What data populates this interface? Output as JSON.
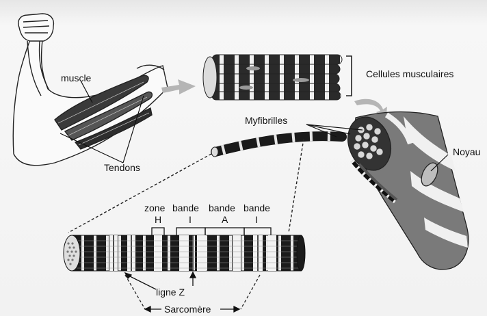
{
  "labels": {
    "muscle": "muscle",
    "tendons": "Tendons",
    "cells": "Cellules musculaires",
    "myofibrils": "Myfibrilles",
    "nucleus": "Noyau",
    "zone": "zone",
    "bande1": "bande",
    "bande2": "bande",
    "bande3": "bande",
    "h": "H",
    "i1": "I",
    "a": "A",
    "i2": "I",
    "ligne_z": "ligne Z",
    "sarcomere": "Sarcomère"
  }
}
